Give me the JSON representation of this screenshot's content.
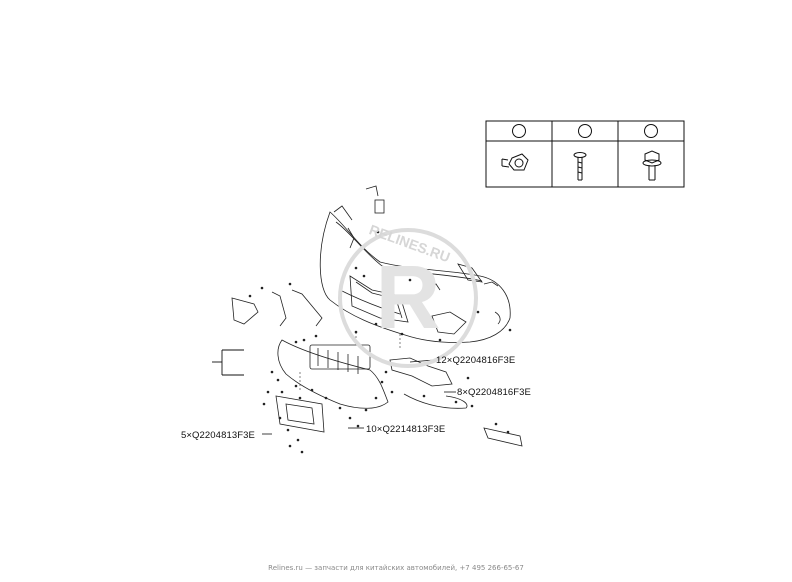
{
  "callouts": [
    {
      "qty": "12",
      "sep": "×",
      "part": "Q2204816F3E"
    },
    {
      "qty": "8",
      "sep": "×",
      "part": "Q2204816F3E"
    },
    {
      "qty": "10",
      "sep": "×",
      "part": "Q2214813F3E"
    },
    {
      "qty": "5",
      "sep": "×",
      "part": "Q2204813F3E"
    }
  ],
  "fastener_table": {
    "columns": 3,
    "icons": [
      "flange-bolt-icon",
      "screw-icon",
      "hex-bolt-icon"
    ]
  },
  "watermark": {
    "text": "RELINES.RU",
    "logo": "R",
    "color": "#d9d9d9"
  },
  "footer": {
    "site": "Relines.ru",
    "text": " — запчасти для китайских автомобилей, +7 495 266-65-67"
  }
}
